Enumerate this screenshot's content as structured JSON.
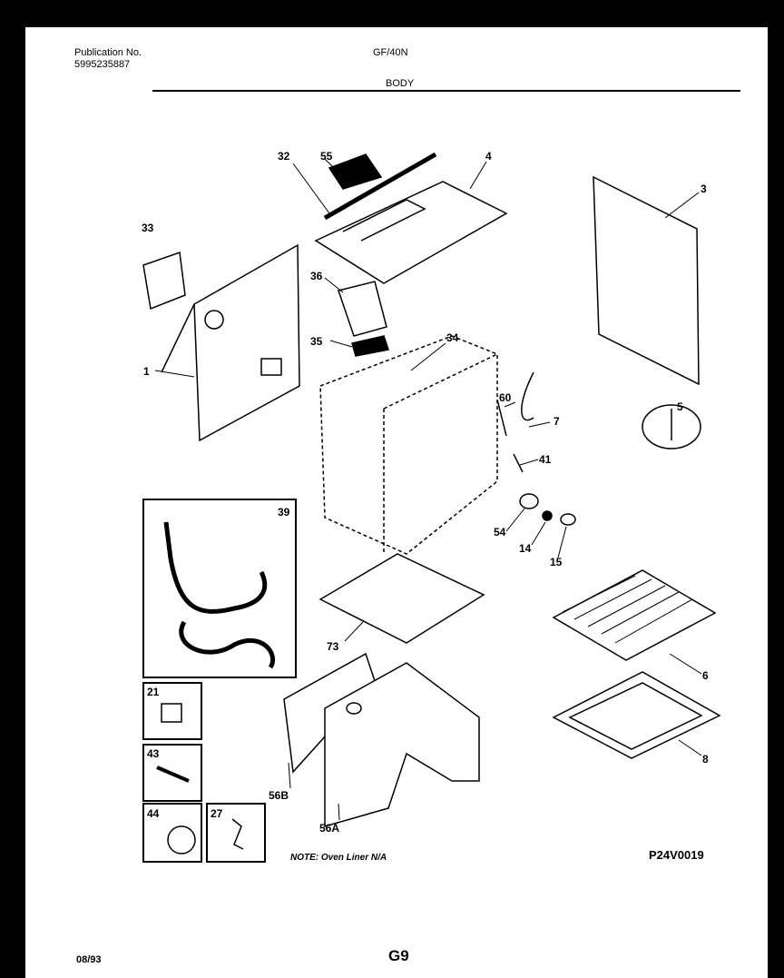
{
  "header": {
    "publication_label": "Publication No.",
    "publication_number": "5995235887",
    "model": "GF/40N",
    "section": "BODY"
  },
  "callouts": [
    {
      "id": "c1",
      "text": "1"
    },
    {
      "id": "c3",
      "text": "3"
    },
    {
      "id": "c4",
      "text": "4"
    },
    {
      "id": "c5",
      "text": "5"
    },
    {
      "id": "c6",
      "text": "6"
    },
    {
      "id": "c7",
      "text": "7"
    },
    {
      "id": "c8",
      "text": "8"
    },
    {
      "id": "c14",
      "text": "14"
    },
    {
      "id": "c15",
      "text": "15"
    },
    {
      "id": "c21",
      "text": "21"
    },
    {
      "id": "c27",
      "text": "27"
    },
    {
      "id": "c32",
      "text": "32"
    },
    {
      "id": "c33",
      "text": "33"
    },
    {
      "id": "c34",
      "text": "34"
    },
    {
      "id": "c35",
      "text": "35"
    },
    {
      "id": "c36",
      "text": "36"
    },
    {
      "id": "c39",
      "text": "39"
    },
    {
      "id": "c41",
      "text": "41"
    },
    {
      "id": "c43",
      "text": "43"
    },
    {
      "id": "c44",
      "text": "44"
    },
    {
      "id": "c54",
      "text": "54"
    },
    {
      "id": "c55",
      "text": "55"
    },
    {
      "id": "c56A",
      "text": "56A"
    },
    {
      "id": "c56B",
      "text": "56B"
    },
    {
      "id": "c60",
      "text": "60"
    },
    {
      "id": "c73",
      "text": "73"
    }
  ],
  "footer": {
    "note": "NOTE: Oven Liner N/A",
    "diagram_code": "P24V0019",
    "date": "08/93",
    "page": "G9"
  }
}
